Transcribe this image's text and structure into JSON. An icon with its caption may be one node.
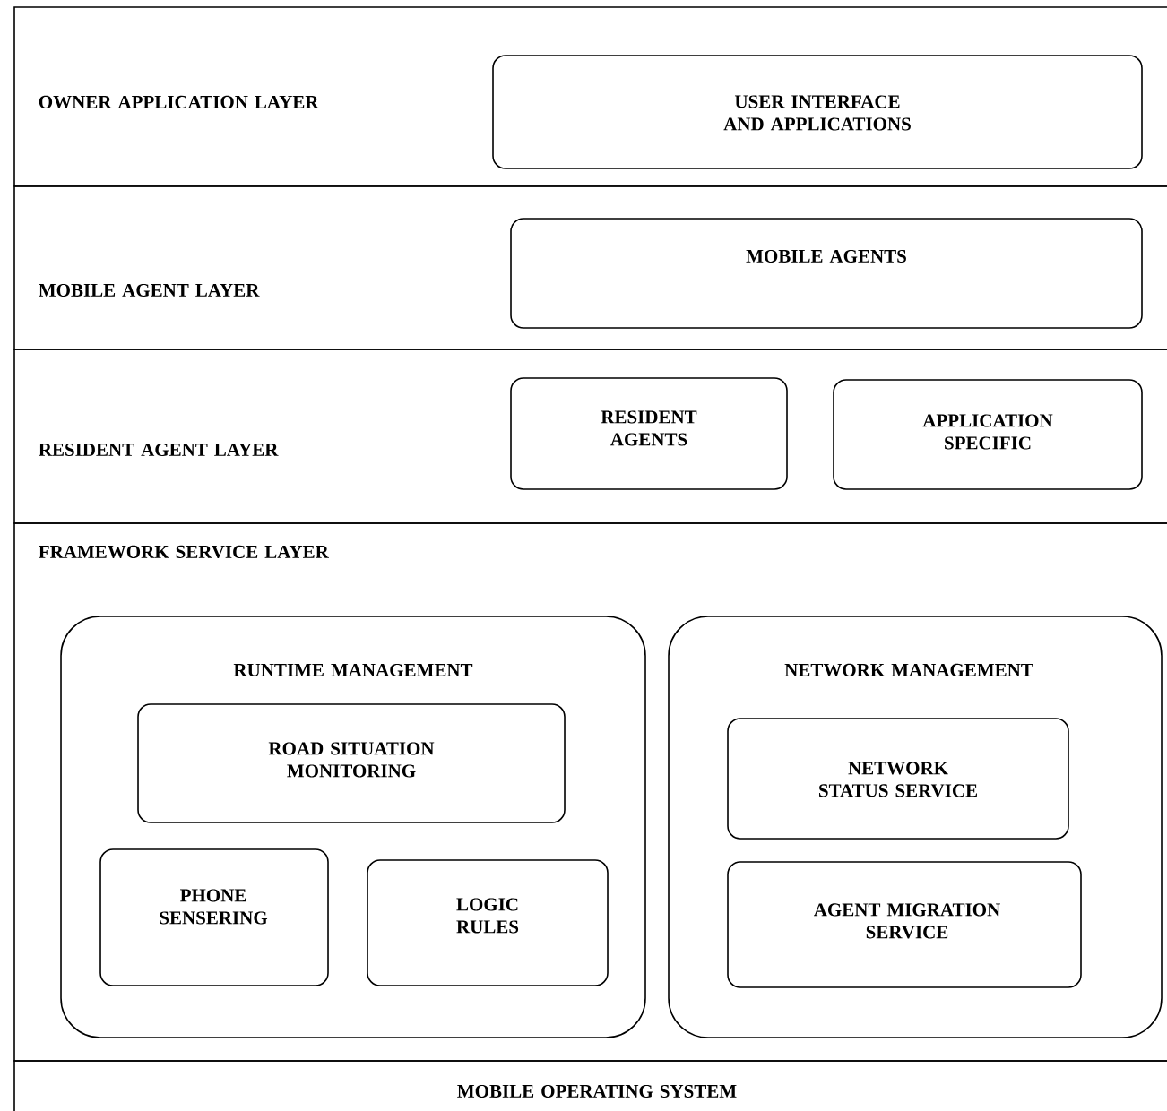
{
  "diagram": {
    "nodes": [
      {
        "text": [
          "OWNER APPLICATION LAYER"
        ]
      },
      {
        "text": [
          "USER INTERFACE AND APPLICATIONS"
        ],
        "in": 0
      },
      {
        "text": [
          "MOBILE AGENT LAYER"
        ]
      },
      {
        "text": [
          "MOBILE AGENTS"
        ],
        "in": 2
      },
      {
        "text": [
          "RESIDENT AGENT LAYER"
        ]
      },
      {
        "text": [
          "RESIDENT AGENTS"
        ],
        "in": 4
      },
      {
        "text": [
          "APPLICATION SPECIFIC"
        ],
        "in": 4
      },
      {
        "text": [
          "FRAMEWORK SERVICE LAYER"
        ]
      },
      {
        "text": [
          "RUNTIME MANAGEMENT"
        ],
        "in": 7
      },
      {
        "text": [
          "ROAD SITUATION MONITORING"
        ],
        "in": 8
      },
      {
        "text": [
          "PHONE SENSERING"
        ],
        "in": 8
      },
      {
        "text": [
          "LOGIC RULES"
        ],
        "in": 8
      },
      {
        "text": [
          "NETWORK MANAGEMENT"
        ],
        "in": 7
      },
      {
        "text": [
          "NETWORK STATUS SERVICE"
        ],
        "in": 12
      },
      {
        "text": [
          "AGENT MIGRATION SERVICE"
        ],
        "in": 12
      },
      {
        "text": [
          "MOBILE OPERATING SYSTEM"
        ]
      }
    ]
  }
}
